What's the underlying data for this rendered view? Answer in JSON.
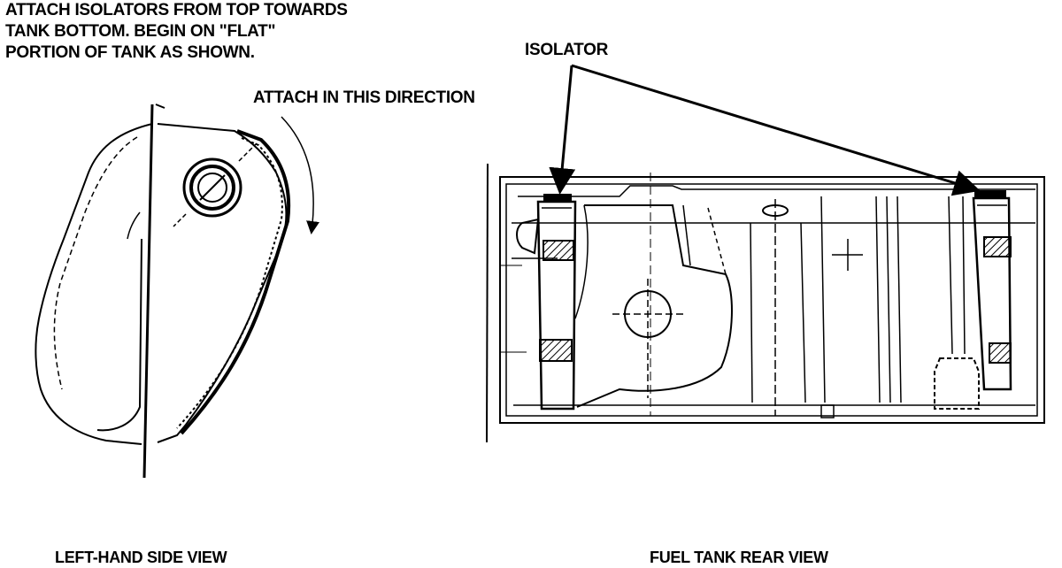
{
  "instruction": {
    "lines": [
      "ATTACH ISOLATORS FROM TOP TOWARDS",
      "TANK BOTTOM. BEGIN ON \"FLAT\"",
      "PORTION OF TANK AS SHOWN."
    ]
  },
  "direction_label": "ATTACH  IN THIS DIRECTION",
  "isolator_label": "ISOLATOR",
  "captions": {
    "left": "LEFT-HAND SIDE VIEW",
    "right": "FUEL TANK REAR VIEW"
  }
}
